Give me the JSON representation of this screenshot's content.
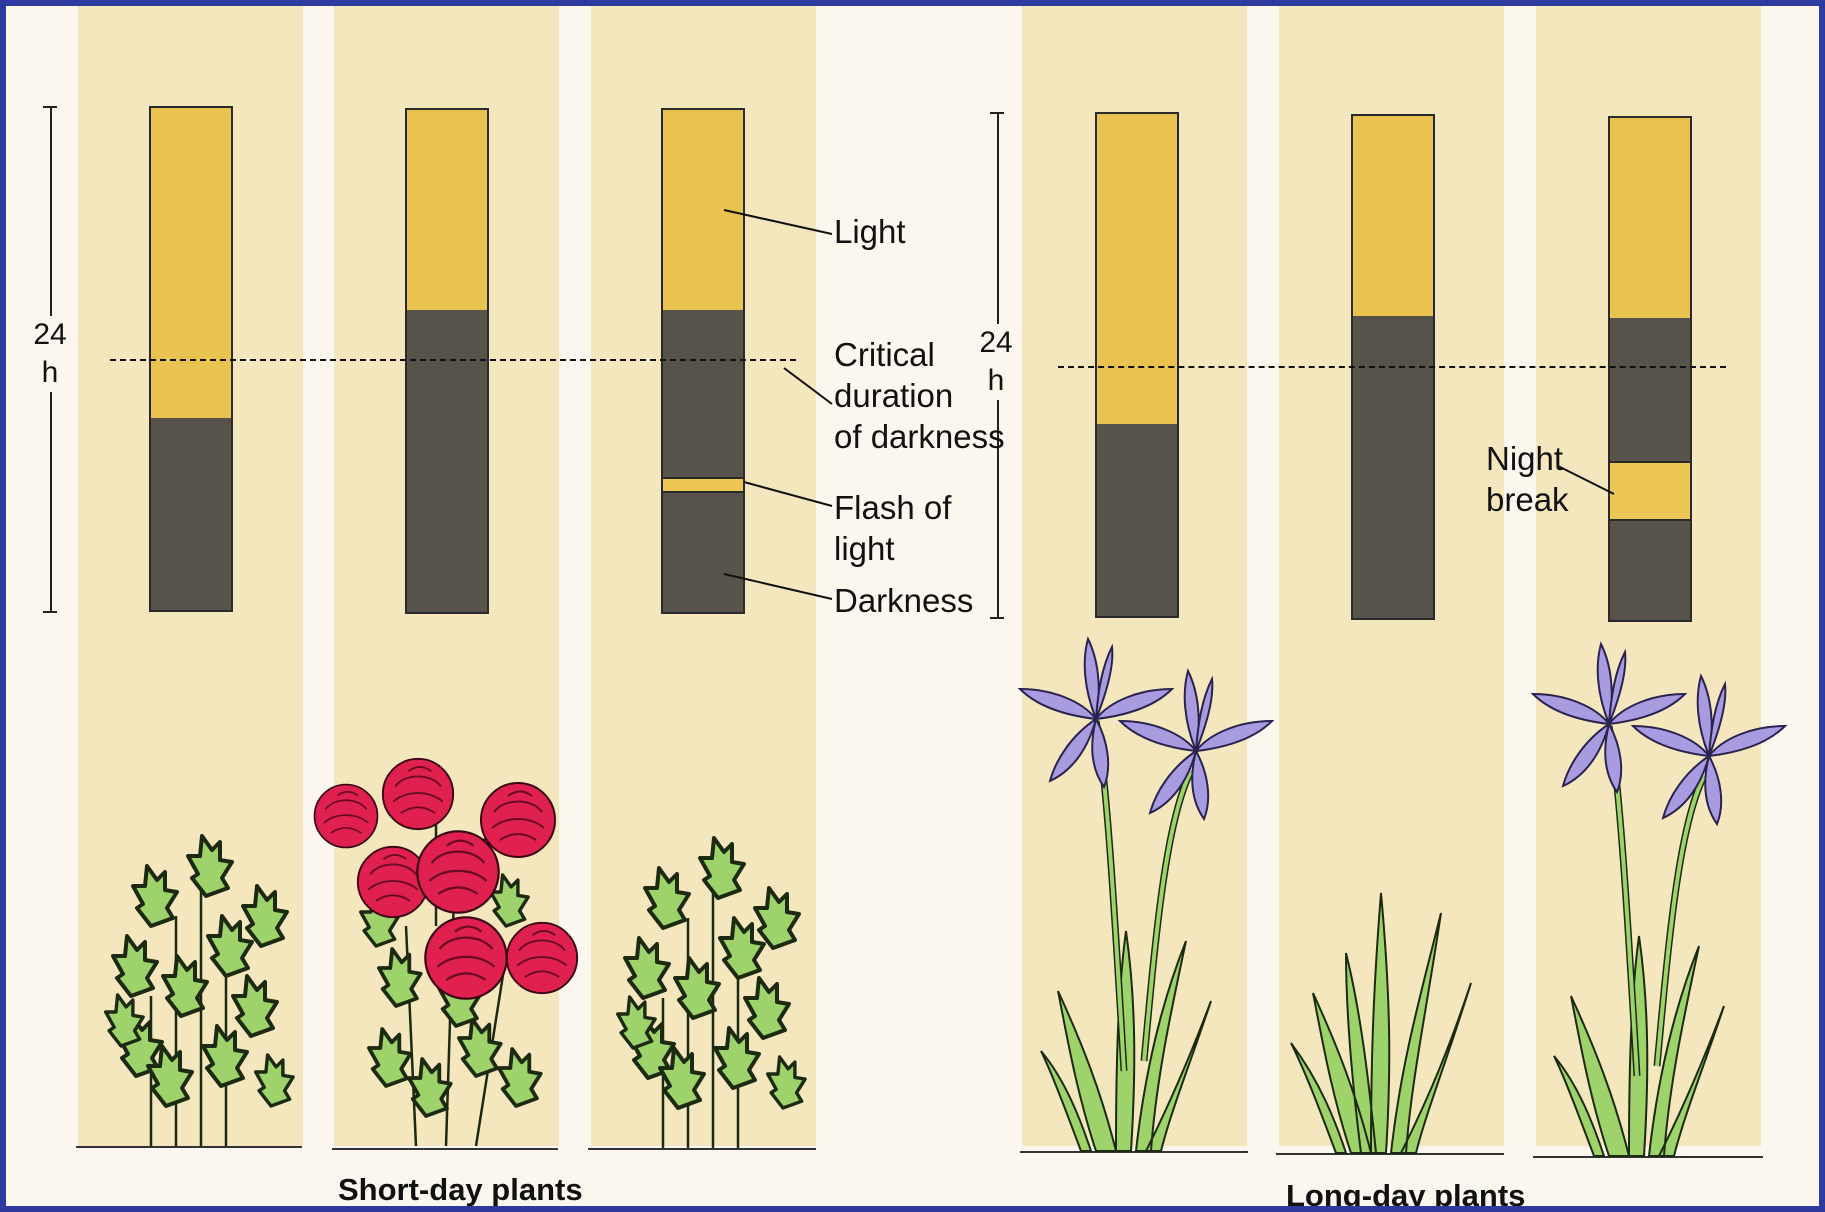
{
  "short_day": {
    "caption": "Short-day plants",
    "scale_label_top": "24",
    "scale_label_bottom": "h"
  },
  "long_day": {
    "caption": "Long-day plants",
    "scale_label_top": "24",
    "scale_label_bottom": "h"
  },
  "labels": {
    "light": "Light",
    "critical_1": "Critical",
    "critical_2": "duration",
    "critical_3": "of darkness",
    "flash_1": "Flash of",
    "flash_2": "light",
    "darkness": "Darkness",
    "night_1": "Night",
    "night_2": "break"
  },
  "colors": {
    "light": "#e9c24f",
    "darkness": "#57534b",
    "panel": "#f5e7bd",
    "border": "#2d3aa0",
    "leaf": "#9ed26a",
    "flower_red": "#e0204f",
    "iris": "#a99be0"
  }
}
